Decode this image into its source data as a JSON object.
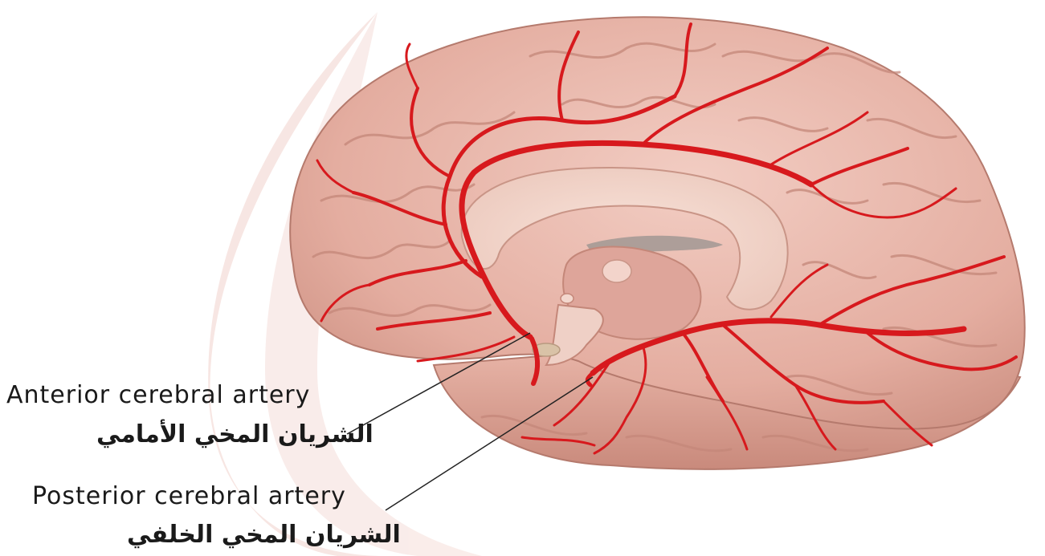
{
  "labels": {
    "anterior_en": "Anterior cerebral artery",
    "anterior_ar": "الشريان المخي الأمامي",
    "posterior_en": "Posterior cerebral artery",
    "posterior_ar": "الشريان المخي الخلفي"
  },
  "colors": {
    "brain": "#e9b8ac",
    "brain_dark": "#c98f82",
    "artery": "#d7191d",
    "watermark": "#f6e6e3",
    "leader_line": "#222222"
  }
}
